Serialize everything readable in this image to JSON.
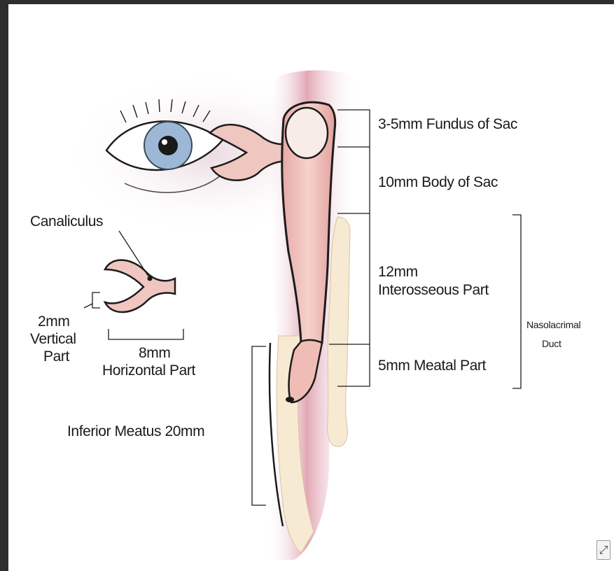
{
  "labels": {
    "fundus": "3-5mm Fundus of Sac",
    "body": "10mm Body of Sac",
    "interosseous_line1": "12mm",
    "interosseous_line2": "Interosseous Part",
    "meatal": "5mm Meatal Part",
    "nasolacrimal_line1": "Nasolacrimal",
    "nasolacrimal_line2": "Duct",
    "canaliculus": "Canaliculus",
    "vertical_line1": "2mm",
    "vertical_line2": "Vertical",
    "vertical_line3": "Part",
    "horizontal_line1": "8mm",
    "horizontal_line2": "Horizontal Part",
    "inferior_meatus": "Inferior Meatus 20mm"
  },
  "colors": {
    "duct_fill": "#f0c6c0",
    "duct_outline": "#1c1c1c",
    "bone_fill": "#f7ead2",
    "mucosa": "#d98a9c",
    "iris": "#9db8d6",
    "pupil": "#1a1a1a",
    "frame": "#2e2e2e"
  },
  "icons": {
    "corner": "expand-icon"
  }
}
